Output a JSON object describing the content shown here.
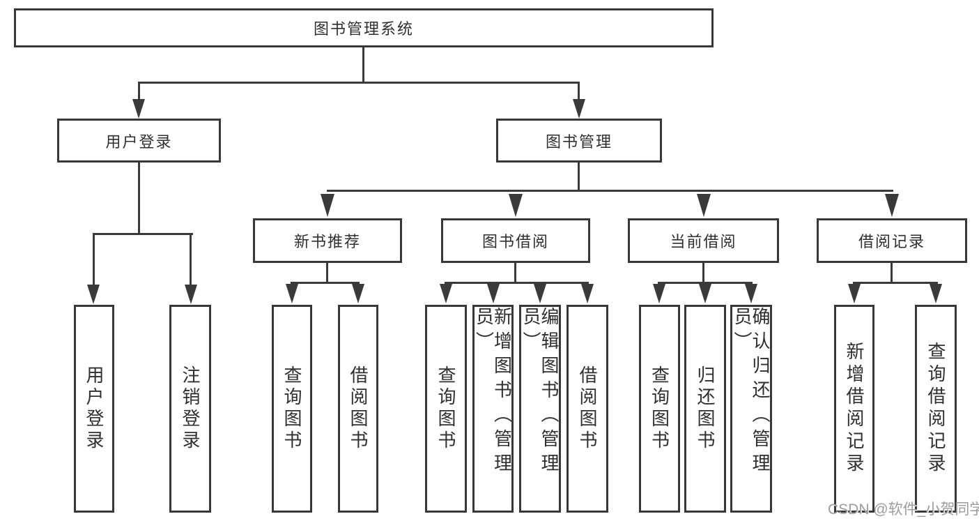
{
  "diagram": {
    "root": {
      "label": "图书管理系统"
    },
    "branches": [
      {
        "label": "用户登录",
        "children": [
          {
            "label": "用户登录"
          },
          {
            "label": "注销登录"
          }
        ]
      },
      {
        "label": "图书管理",
        "children": [
          {
            "label": "新书推荐",
            "children": [
              {
                "label": "查询图书"
              },
              {
                "label": "借阅图书"
              }
            ]
          },
          {
            "label": "图书借阅",
            "children": [
              {
                "label": "查询图书"
              },
              {
                "label": "新增图书（管理员）"
              },
              {
                "label": "编辑图书（管理员）"
              },
              {
                "label": "借阅图书"
              }
            ]
          },
          {
            "label": "当前借阅",
            "children": [
              {
                "label": "查询图书"
              },
              {
                "label": "归还图书"
              },
              {
                "label": "确认归还（管理员）"
              }
            ]
          },
          {
            "label": "借阅记录",
            "children": [
              {
                "label": "新增借阅记录"
              },
              {
                "label": "查询借阅记录"
              }
            ]
          }
        ]
      }
    ]
  },
  "watermark": {
    "text": "CSDN @软件_小贺同学"
  },
  "colors": {
    "line": "#3a3a3a",
    "border": "#383838",
    "text": "#2f2f2f",
    "box_background": "#ffffff",
    "page_background": "#ffffff",
    "watermark": "#9c9c9c"
  }
}
